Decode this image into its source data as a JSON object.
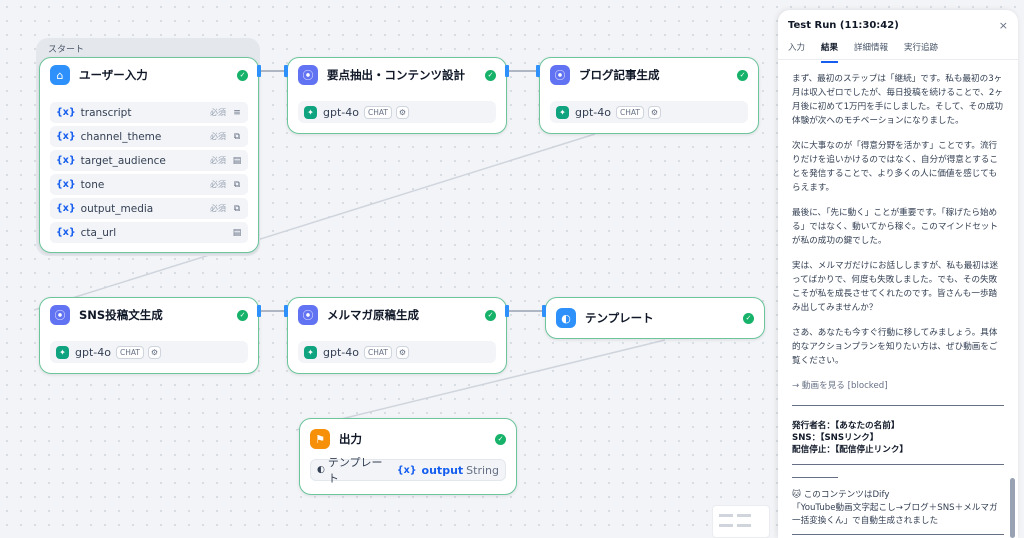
{
  "canvas": {
    "start_label": "スタート",
    "user_input": {
      "title": "ユーザー入力",
      "vars": [
        {
          "name": "transcript",
          "required": "必須",
          "type_icon": "≡"
        },
        {
          "name": "channel_theme",
          "required": "必須",
          "type_icon": "⧉"
        },
        {
          "name": "target_audience",
          "required": "必須",
          "type_icon": "▤"
        },
        {
          "name": "tone",
          "required": "必須",
          "type_icon": "⧉"
        },
        {
          "name": "output_media",
          "required": "必須",
          "type_icon": "⧉"
        },
        {
          "name": "cta_url",
          "required": "",
          "type_icon": "▤"
        }
      ]
    },
    "var_icon": "{x}",
    "model_name": "gpt-4o",
    "chat_badge": "CHAT",
    "llm_nodes": [
      {
        "title": "要点抽出・コンテンツ設計"
      },
      {
        "title": "ブログ記事生成"
      },
      {
        "title": "SNS投稿文生成"
      },
      {
        "title": "メルマガ原稿生成"
      }
    ],
    "template_node": {
      "title": "テンプレート"
    },
    "output_node": {
      "title": "出力",
      "source": "テンプレート",
      "var": "output",
      "type": "String"
    }
  },
  "panel": {
    "title": "Test Run (11:30:42)",
    "close": "×",
    "tabs": [
      "入力",
      "結果",
      "詳細情報",
      "実行追跡"
    ],
    "active_tab": 1,
    "paragraphs": [
      "まず、最初のステップは「継続」です。私も最初の3ヶ月は収入ゼロでしたが、毎日投稿を続けることで、2ヶ月後に初めて1万円を手にしました。そして、その成功体験が次へのモチベーションになりました。",
      "次に大事なのが「得意分野を活かす」ことです。流行りだけを追いかけるのではなく、自分が得意とすることを発信することで、より多くの人に価値を感じてもらえます。",
      "最後に、「先に動く」ことが重要です。「稼げたら始める」ではなく、動いてから稼ぐ。このマインドセットが私の成功の鍵でした。",
      "実は、メルマガだけにお話ししますが、私も最初は迷ってばかりで、何度も失敗しました。でも、その失敗こそが私を成長させてくれたのです。皆さんも一歩踏み出してみませんか？",
      "さあ、あなたも今すぐ行動に移してみましょう。具体的なアクションプランを知りたい方は、ぜひ動画をご覧ください。"
    ],
    "blocked_link": "→ 動画を見る [blocked]",
    "publisher": "発行者名：【あなたの名前】",
    "sns": "SNS：【SNSリンク】",
    "unsubscribe": "配信停止：【配信停止リンク】",
    "credit_line1": "🐱 このコンテンツはDify",
    "credit_line2": "「YouTube動画文字起こし→ブログ＋SNS＋メルマガ一括変換くん」で自動生成されました"
  }
}
